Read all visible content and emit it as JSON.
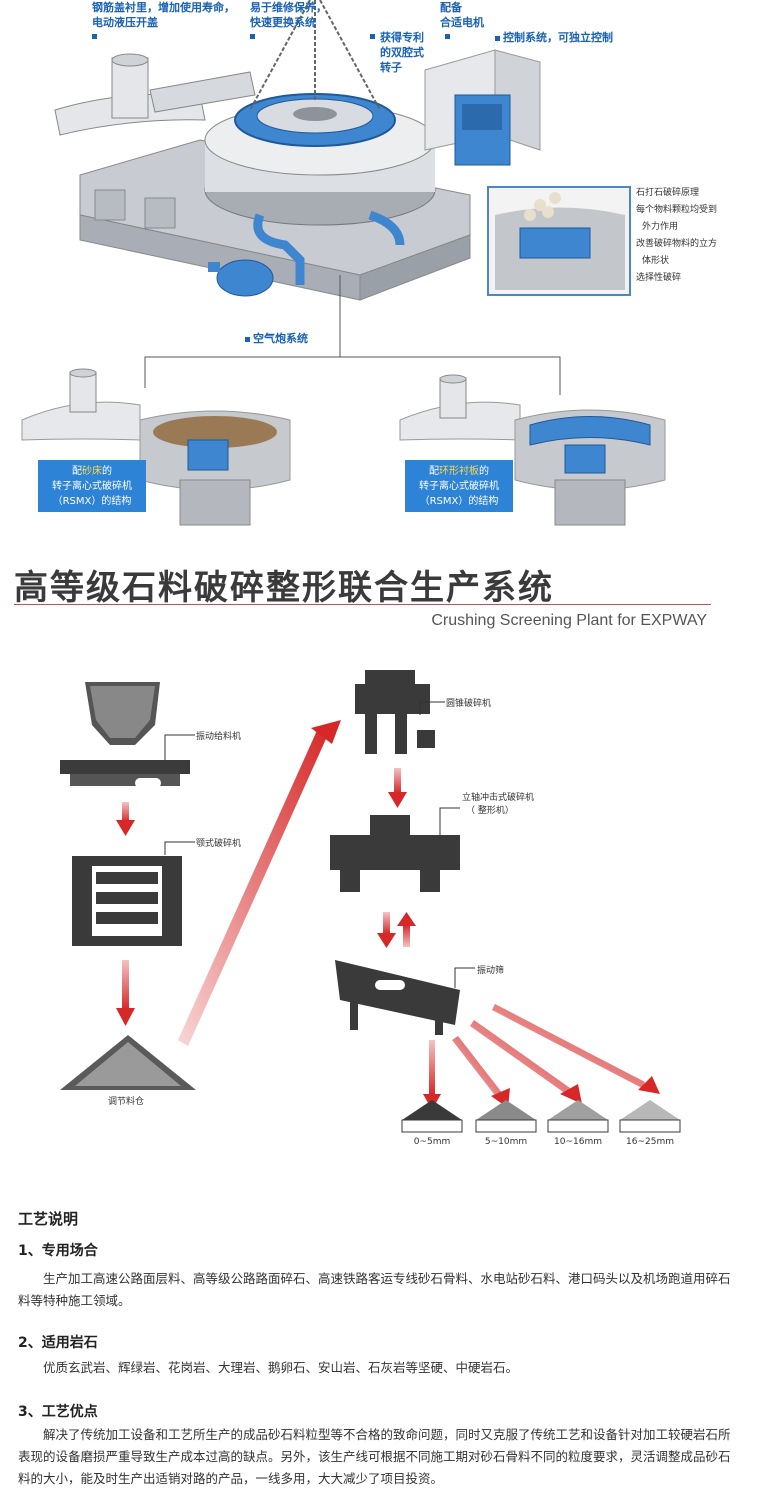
{
  "top_callouts": {
    "c1a": "钢筋盖衬里，增加使用寿命，",
    "c1b": "电动液压开盖",
    "c2a": "易于维修保养，",
    "c2b": "快速更换系统",
    "c3a": "获得专利",
    "c3b": "的双腔式",
    "c3c": "转子",
    "c4a": "配备",
    "c4b": "合适电机",
    "c5": "控制系统，可独立控制",
    "c6": "空气炮系统"
  },
  "principle": [
    "石打石破碎原理",
    "每个物料颗粒均受到",
    "外力作用",
    "改善破碎物料的立方",
    "体形状",
    "选择性破碎"
  ],
  "left_box": {
    "pre": "配",
    "hl": "砂床",
    "post": "的",
    "line2": "转子离心式破碎机",
    "line3": "（RSMX）的结构"
  },
  "right_box": {
    "pre": "配",
    "hl": "环形衬板",
    "post": "的",
    "line2": "转子离心式破碎机",
    "line3": "（RSMX）的结构"
  },
  "title_cn": "高等级石料破碎整形联合生产系统",
  "title_en": "Crushing Screening Plant for EXPWAY",
  "flow": {
    "feeder": "振动给料机",
    "jaw": "颚式破碎机",
    "bin": "调节料仓",
    "cone": "圆锥破碎机",
    "vsi1": "立轴冲击式破碎机",
    "vsi2": "（ 整形机）",
    "screen": "振动筛",
    "products": [
      "0~5mm",
      "5~10mm",
      "10~16mm",
      "16~25mm"
    ]
  },
  "process": {
    "heading": "工艺说明",
    "s1_title": "1、专用场合",
    "s1_text": "生产加工高速公路面层料、高等级公路路面碎石、高速铁路客运专线砂石骨料、水电站砂石料、港口码头以及机场跑道用碎石料等特种施工领域。",
    "s2_title": "2、适用岩石",
    "s2_text": "优质玄武岩、辉绿岩、花岗岩、大理岩、鹅卵石、安山岩、石灰岩等坚硬、中硬岩石。",
    "s3_title": "3、工艺优点",
    "s3_text": "解决了传统加工设备和工艺所生产的成品砂石料粒型等不合格的致命问题，同时又克服了传统工艺和设备针对加工较硬岩石所表现的设备磨损严重导致生产成本过高的缺点。另外，该生产线可根据不同施工期对砂石骨料不同的粒度要求，灵活调整成品砂石料的大小，能及时生产出适销对路的产品，一线多用，大大减少了项目投资。"
  }
}
